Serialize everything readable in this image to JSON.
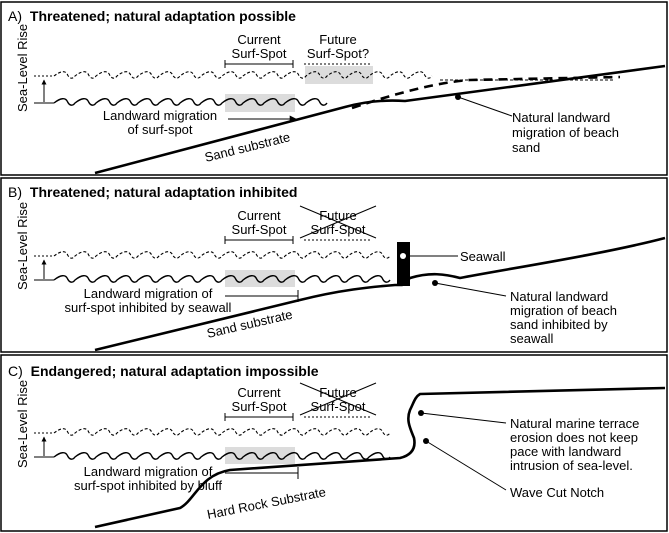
{
  "panels": [
    {
      "letter": "A)",
      "title": "Threatened; natural adaptation possible",
      "sea_level_label": "Sea-Level Rise",
      "current_spot": [
        "Current",
        "Surf-Spot"
      ],
      "future_spot": [
        "Future",
        "Surf-Spot?"
      ],
      "future_crossed": false,
      "migration_label": [
        "Landward migration",
        "of surf-spot"
      ],
      "substrate_label": "Sand substrate",
      "callout_label": [
        "Natural landward",
        "migration of beach",
        "sand"
      ]
    },
    {
      "letter": "B)",
      "title": "Threatened; natural adaptation inhibited",
      "sea_level_label": "Sea-Level Rise",
      "current_spot": [
        "Current",
        "Surf-Spot"
      ],
      "future_spot": [
        "Future",
        "Surf-Spot"
      ],
      "future_crossed": true,
      "migration_label": [
        "Landward migration of",
        "surf-spot inhibited by seawall"
      ],
      "substrate_label": "Sand substrate",
      "structure_label": "Seawall",
      "callout_label": [
        "Natural landward",
        "migration of beach",
        "sand inhibited by",
        "seawall"
      ]
    },
    {
      "letter": "C)",
      "title": "Endangered; natural adaptation impossible",
      "sea_level_label": "Sea-Level Rise",
      "current_spot": [
        "Current",
        "Surf-Spot"
      ],
      "future_spot": [
        "Future",
        "Surf-Spot"
      ],
      "future_crossed": true,
      "migration_label": [
        "Landward migration of",
        "surf-spot inhibited by bluff"
      ],
      "substrate_label": "Hard Rock Substrate",
      "callout_label": [
        "Natural marine terrace",
        "erosion does not keep",
        "pace with landward",
        "intrusion of sea-level."
      ],
      "notch_label": "Wave Cut Notch"
    }
  ]
}
